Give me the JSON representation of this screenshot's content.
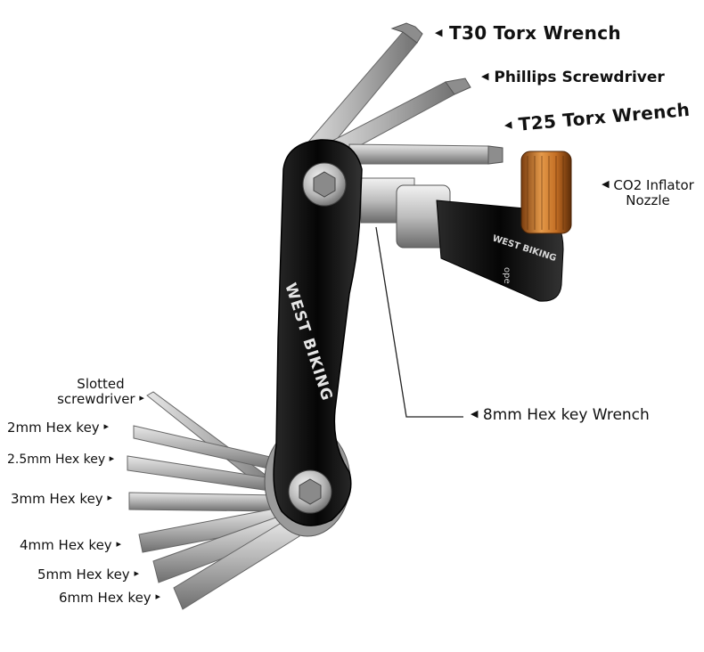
{
  "brand": "WEST BIKING",
  "callouts": {
    "t30": "T30 Torx Wrench",
    "phillips": "Phillips Screwdriver",
    "t25": "T25 Torx Wrench",
    "co2": "CO2 Inflator Nozzle",
    "hex8": "8mm Hex key Wrench",
    "slotted": "Slotted screwdriver",
    "hex2": "2mm Hex key",
    "hex25": "2.5mm Hex key",
    "hex3": "3mm Hex key",
    "hex4": "4mm Hex key",
    "hex5": "5mm Hex key",
    "hex6": "6mm Hex key"
  },
  "nozzle_text": "ope",
  "colors": {
    "steel": "#b9b9b9",
    "steel_dark": "#7a7a7a",
    "body": "#111111",
    "brass": "#c9782c",
    "text": "#111111"
  },
  "icons": {
    "pointer": "left-triangle-icon"
  }
}
